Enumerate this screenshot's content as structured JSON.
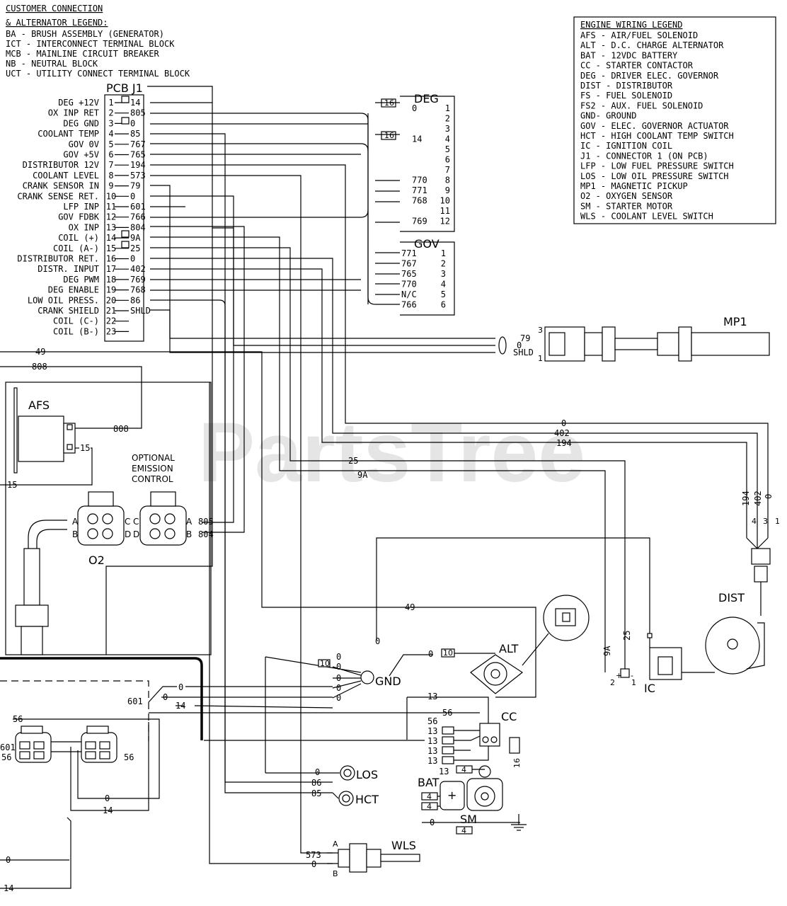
{
  "customer_legend": {
    "title": "CUSTOMER CONNECTION",
    "subtitle": "& ALTERNATOR LEGEND:",
    "items": [
      "BA  - BRUSH ASSEMBLY (GENERATOR)",
      "ICT - INTERCONNECT TERMINAL BLOCK",
      "MCB - MAINLINE CIRCUIT BREAKER",
      "NB  - NEUTRAL BLOCK",
      "UCT - UTILITY CONNECT TERMINAL BLOCK"
    ]
  },
  "engine_legend": {
    "title": "ENGINE WIRING LEGEND",
    "items": [
      "AFS - AIR/FUEL SOLENOID",
      "ALT - D.C. CHARGE ALTERNATOR",
      "BAT - 12VDC BATTERY",
      "CC  - STARTER CONTACTOR",
      "DEG - DRIVER ELEC. GOVERNOR",
      "DIST - DISTRIBUTOR",
      "FS  - FUEL SOLENOID",
      "FS2 - AUX. FUEL SOLENOID",
      "GND- GROUND",
      "GOV - ELEC. GOVERNOR ACTUATOR",
      "HCT - HIGH COOLANT TEMP SWITCH",
      "IC  - IGNITION COIL",
      "J1 - CONNECTOR 1 (ON PCB)",
      "LFP - LOW FUEL PRESSURE SWITCH",
      "LOS - LOW OIL PRESSURE SWITCH",
      "MP1 - MAGNETIC PICKUP",
      "O2  - OXYGEN SENSOR",
      "SM  - STARTER MOTOR",
      "WLS - COOLANT LEVEL SWITCH"
    ]
  },
  "pcb": {
    "title": "PCB  J1",
    "pins": [
      {
        "name": "DEG +12V",
        "num": "1",
        "wire": "14"
      },
      {
        "name": "OX INP RET",
        "num": "2",
        "wire": "805"
      },
      {
        "name": "DEG GND",
        "num": "3",
        "wire": "0"
      },
      {
        "name": "COOLANT TEMP",
        "num": "4",
        "wire": "85"
      },
      {
        "name": "GOV 0V",
        "num": "5",
        "wire": "767"
      },
      {
        "name": "GOV +5V",
        "num": "6",
        "wire": "765"
      },
      {
        "name": "DISTRIBUTOR 12V",
        "num": "7",
        "wire": "194"
      },
      {
        "name": "COOLANT LEVEL",
        "num": "8",
        "wire": "573"
      },
      {
        "name": "CRANK SENSOR IN",
        "num": "9",
        "wire": "79"
      },
      {
        "name": "CRANK SENSE RET.",
        "num": "10",
        "wire": "0"
      },
      {
        "name": "LFP INP",
        "num": "11",
        "wire": "601"
      },
      {
        "name": "GOV FDBK",
        "num": "12",
        "wire": "766"
      },
      {
        "name": "OX INP",
        "num": "13",
        "wire": "804"
      },
      {
        "name": "COIL (+)",
        "num": "14",
        "wire": "9A"
      },
      {
        "name": "COIL (A-)",
        "num": "15",
        "wire": "25"
      },
      {
        "name": "DISTRIBUTOR RET.",
        "num": "16",
        "wire": "0"
      },
      {
        "name": "DISTR. INPUT",
        "num": "17",
        "wire": "402"
      },
      {
        "name": "DEG PWM",
        "num": "18",
        "wire": "769"
      },
      {
        "name": "DEG ENABLE",
        "num": "19",
        "wire": "768"
      },
      {
        "name": "LOW OIL PRESS.",
        "num": "20",
        "wire": "86"
      },
      {
        "name": "CRANK SHIELD",
        "num": "21",
        "wire": "SHLD"
      },
      {
        "name": "COIL (C-)",
        "num": "22",
        "wire": ""
      },
      {
        "name": "COIL (B-)",
        "num": "23",
        "wire": ""
      }
    ]
  },
  "deg": {
    "title": "DEG",
    "pins": [
      {
        "num": "1",
        "wire": "0"
      },
      {
        "num": "2",
        "wire": ""
      },
      {
        "num": "3",
        "wire": ""
      },
      {
        "num": "4",
        "wire": "14"
      },
      {
        "num": "5",
        "wire": ""
      },
      {
        "num": "6",
        "wire": ""
      },
      {
        "num": "7",
        "wire": ""
      },
      {
        "num": "8",
        "wire": "770"
      },
      {
        "num": "9",
        "wire": "771"
      },
      {
        "num": "10",
        "wire": "768"
      },
      {
        "num": "11",
        "wire": ""
      },
      {
        "num": "12",
        "wire": "769"
      }
    ]
  },
  "gov": {
    "title": "GOV",
    "pins": [
      {
        "num": "1",
        "wire": "771"
      },
      {
        "num": "2",
        "wire": "767"
      },
      {
        "num": "3",
        "wire": "765"
      },
      {
        "num": "4",
        "wire": "770"
      },
      {
        "num": "5",
        "wire": "N/C"
      },
      {
        "num": "6",
        "wire": "766"
      }
    ]
  },
  "mp1": {
    "title": "MP1",
    "w_top": "79",
    "w_mid": "0",
    "w_bot": "SHLD",
    "p3": "3",
    "p1": "1"
  },
  "afs": {
    "title": "AFS",
    "w1": "808",
    "w2": "15"
  },
  "optional": {
    "line1": "OPTIONAL",
    "line2": "EMISSION",
    "line3": "CONTROL"
  },
  "o2": {
    "title": "O2",
    "pA": "A",
    "pB": "B",
    "pC": "C",
    "pD": "D",
    "wA": "805",
    "wB": "804"
  },
  "dist": {
    "title": "DIST",
    "w194": "194",
    "w402": "402",
    "w0": "0",
    "p4": "4",
    "p3": "3",
    "p1": "1"
  },
  "ic": {
    "title": "IC",
    "w9a": "9A",
    "w25": "25",
    "p2": "2",
    "p1": "1",
    "plus": "+",
    "minus": "-"
  },
  "alt": {
    "title": "ALT"
  },
  "gnd": {
    "title": "GND"
  },
  "cc": {
    "title": "CC"
  },
  "los": {
    "title": "LOS"
  },
  "hct": {
    "title": "HCT"
  },
  "wls": {
    "title": "WLS",
    "pA": "A",
    "pB": "B",
    "w573": "573",
    "w0": "0"
  },
  "bat": {
    "title": "BAT",
    "plus": "+"
  },
  "sm": {
    "title": "SM"
  },
  "wires": {
    "w49": "49",
    "w808": "808",
    "w15": "15",
    "w0": "0",
    "w402": "402",
    "w194": "194",
    "w25": "25",
    "w9a": "9A",
    "w10": "10",
    "w13": "13",
    "w56": "56",
    "w601": "601",
    "w14": "14",
    "w16": "16",
    "w86": "86",
    "w85": "85",
    "w4": "4"
  },
  "tags": {
    "t16": "16"
  },
  "watermark": "PartsTree"
}
